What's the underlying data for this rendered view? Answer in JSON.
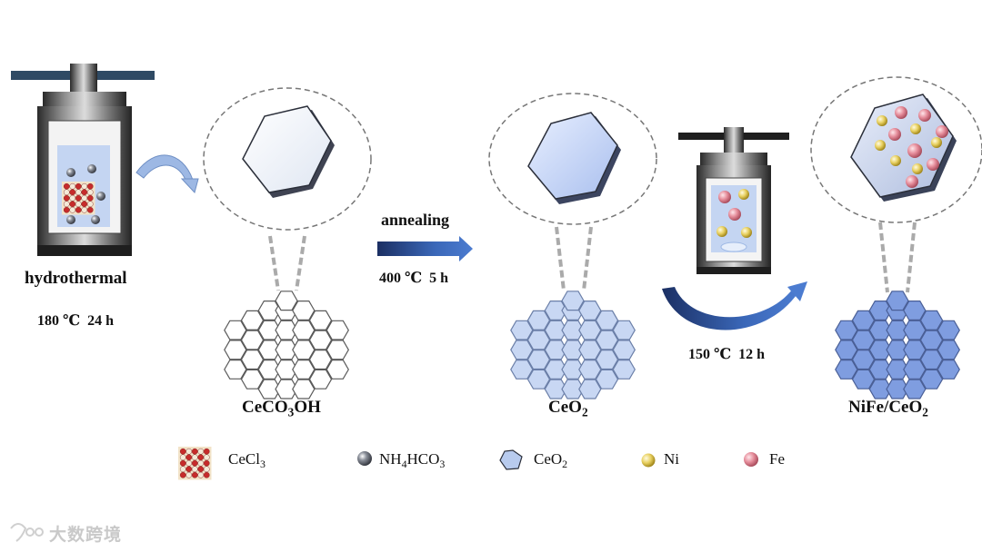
{
  "steps": {
    "hydrothermal": {
      "label": "hydrothermal",
      "cond_temp": "180 ℃",
      "cond_time": "24 h"
    },
    "annealing": {
      "label": "annealing",
      "cond_temp": "400 ℃",
      "cond_time": "5 h"
    },
    "loading": {
      "cond_temp": "150 ℃",
      "cond_time": "12 h"
    }
  },
  "products": {
    "p1": {
      "a": "CeCO",
      "sub": "3",
      "b": "OH"
    },
    "p2": {
      "a": "CeO",
      "sub": "2"
    },
    "p3": {
      "a": "NiFe/CeO",
      "sub": "2"
    }
  },
  "legend": {
    "cecl": {
      "a": "CeCl",
      "sub": "3"
    },
    "nh4": {
      "a": "NH",
      "sub1": "4",
      "b": "HCO",
      "sub2": "3"
    },
    "ceo2": {
      "a": "CeO",
      "sub": "2"
    },
    "ni": {
      "label": "Ni"
    },
    "fe": {
      "label": "Fe"
    }
  },
  "watermark": "大数跨境",
  "colors": {
    "ni": "#e8d060",
    "fe": "#e58c9a",
    "ce_red": "#c62b2b",
    "arrow": "#27457f",
    "hex_blue": "#9fb7e6",
    "hex_deep": "#6f8fd8"
  }
}
